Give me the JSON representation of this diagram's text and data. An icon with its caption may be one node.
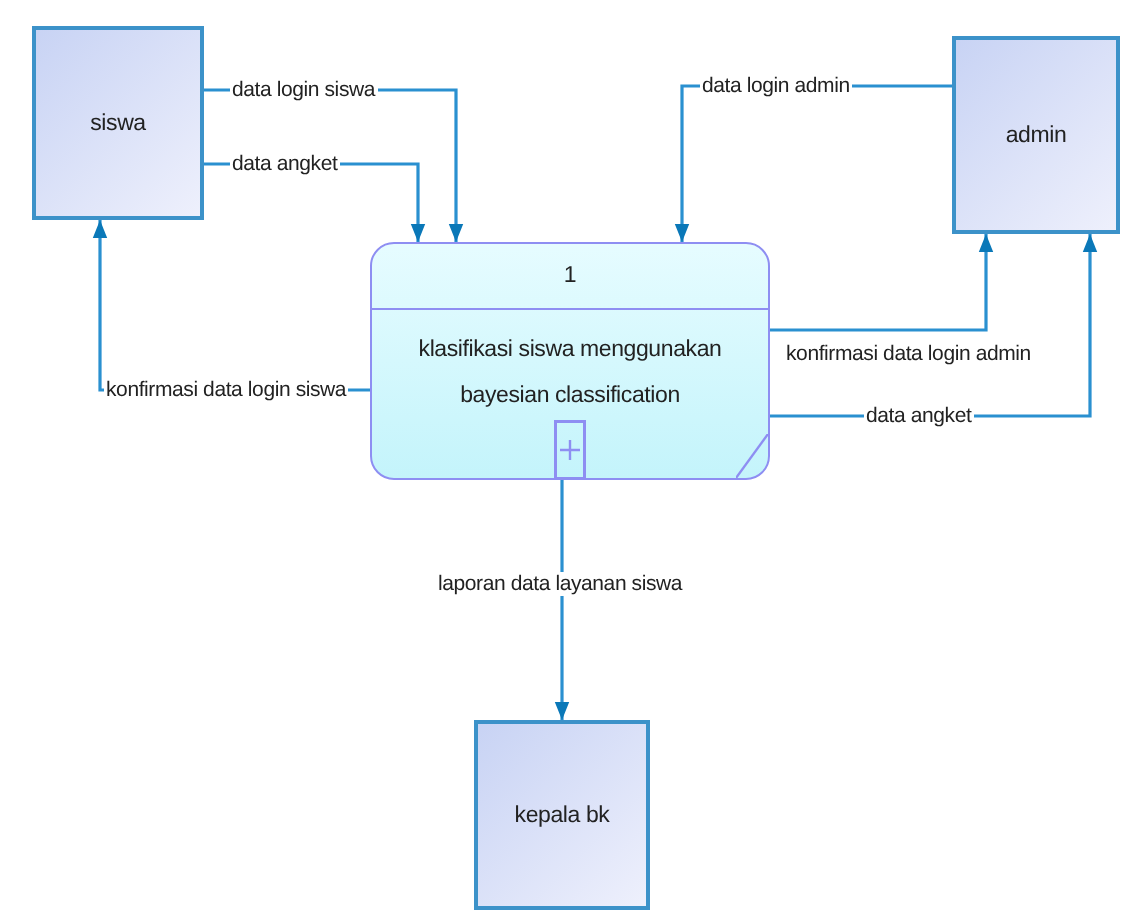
{
  "diagram": {
    "nodes": [
      {
        "text": [
          "siswa"
        ]
      },
      {
        "text": [
          "1",
          "klasifikasi siswa menggunakan bayesian classification"
        ]
      },
      {
        "text": [
          "admin"
        ]
      },
      {
        "text": [
          "kepala bk"
        ]
      }
    ],
    "edges": [
      {
        "from": 0,
        "to": 1,
        "arrow": "to",
        "label": "data login siswa"
      },
      {
        "from": 0,
        "to": 1,
        "arrow": "to",
        "label": "data angket"
      },
      {
        "from": 1,
        "to": 0,
        "arrow": "to",
        "label": "konfirmasi data login siswa"
      },
      {
        "from": 2,
        "to": 1,
        "arrow": "to",
        "label": "data login admin"
      },
      {
        "from": 1,
        "to": 2,
        "arrow": "to",
        "label": "konfirmasi data login admin"
      },
      {
        "from": 1,
        "to": 2,
        "arrow": "to",
        "label": "data angket"
      },
      {
        "from": 1,
        "to": 3,
        "arrow": "to",
        "label": "laporan data layanan siswa"
      }
    ]
  }
}
